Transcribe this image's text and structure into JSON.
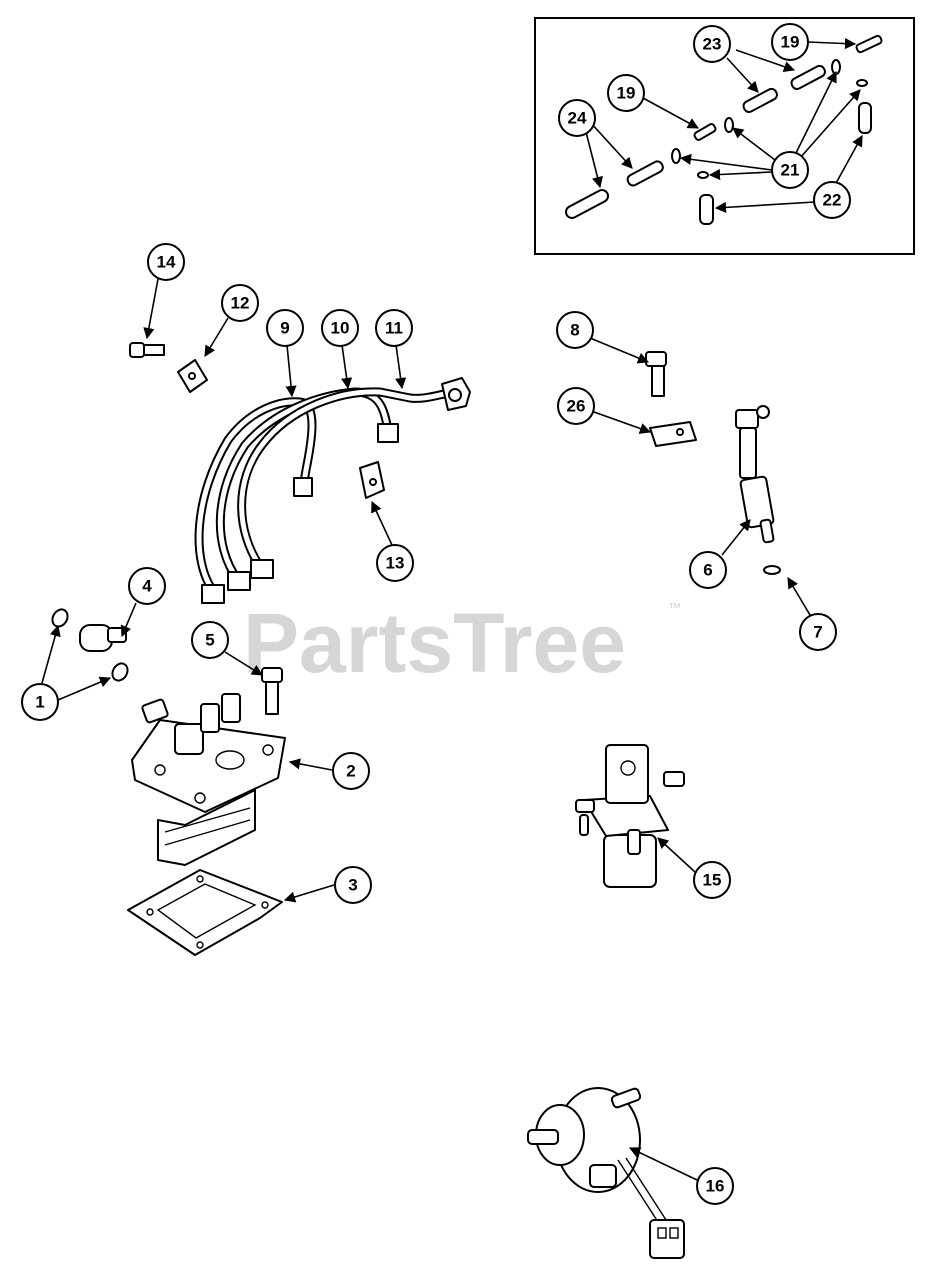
{
  "watermark": {
    "text": "PartsTree",
    "trademark": "™"
  },
  "callouts": {
    "c1": "1",
    "c2": "2",
    "c3": "3",
    "c4": "4",
    "c5": "5",
    "c6": "6",
    "c7": "7",
    "c8": "8",
    "c9": "9",
    "c10": "10",
    "c11": "11",
    "c12": "12",
    "c13": "13",
    "c14": "14",
    "c15": "15",
    "c16": "16",
    "c19a": "19",
    "c19b": "19",
    "c21": "21",
    "c22": "22",
    "c23": "23",
    "c24": "24",
    "c26": "26"
  }
}
